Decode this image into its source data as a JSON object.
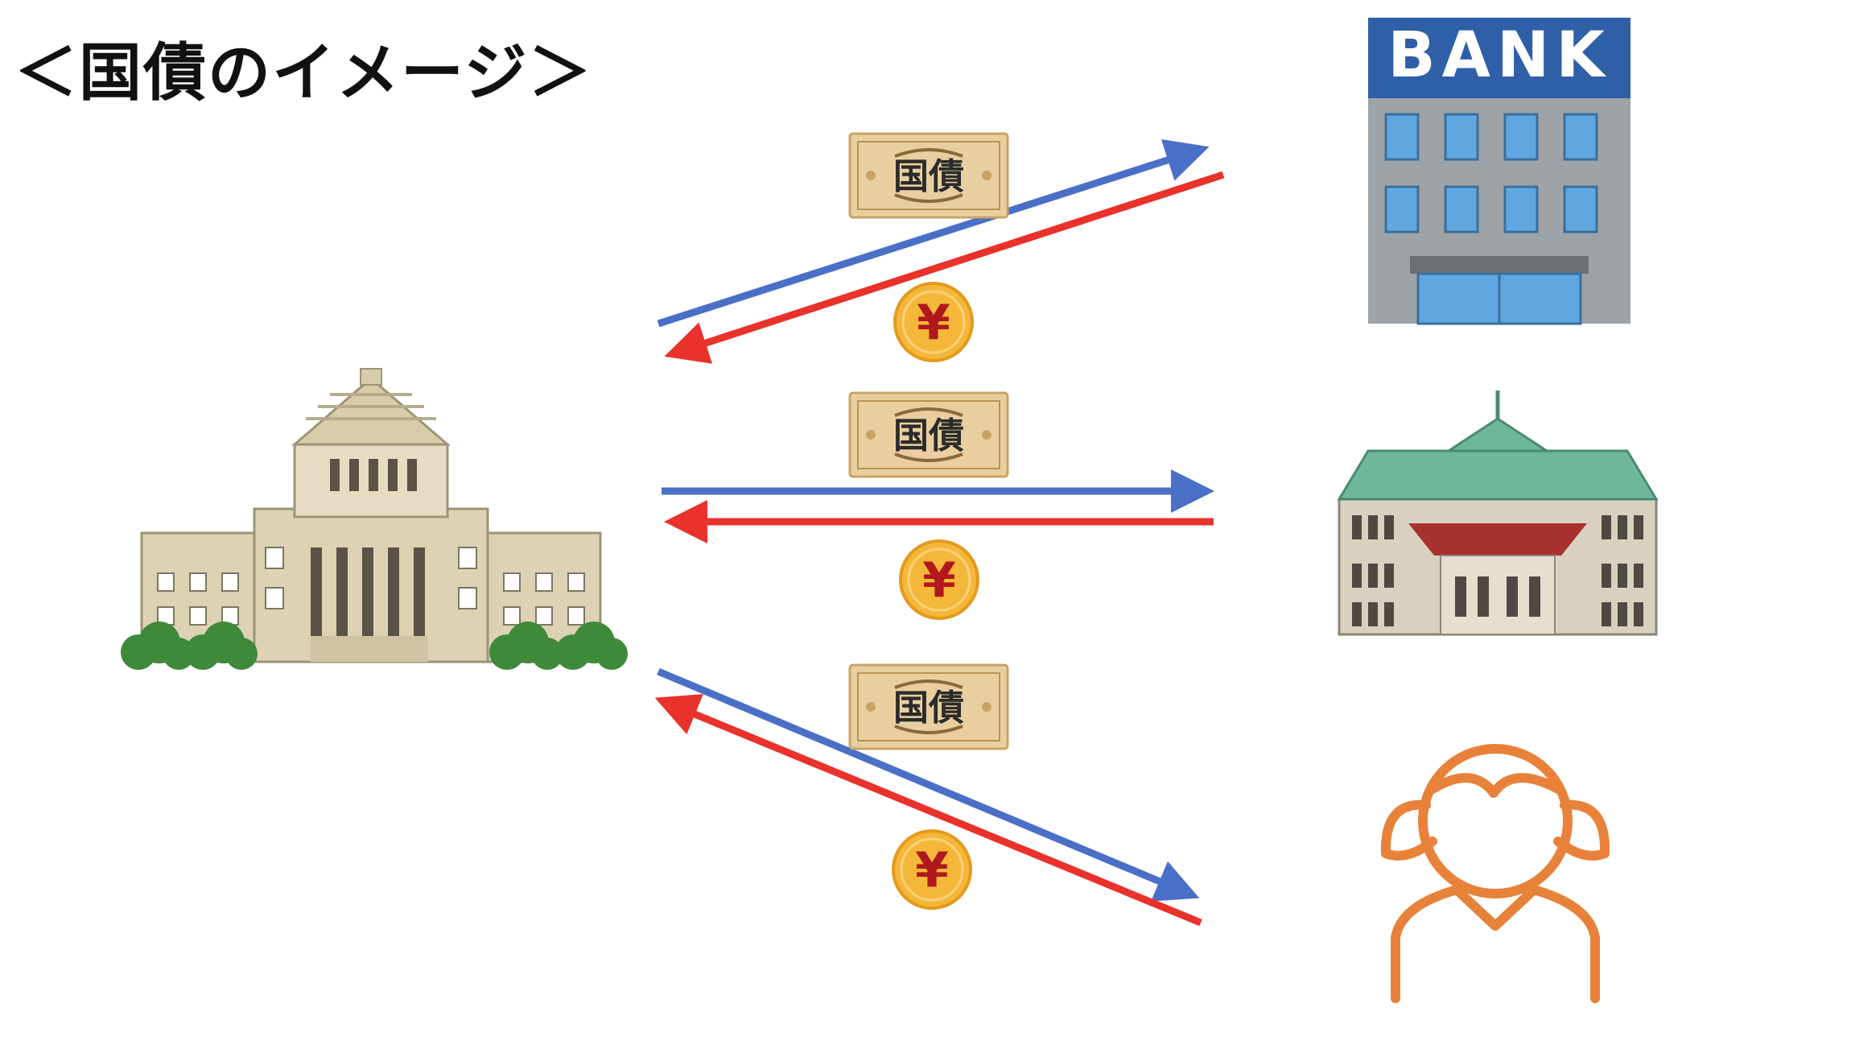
{
  "title": "＜国債のイメージ＞",
  "bank": {
    "sign": "BANK"
  },
  "bond_label": "国債",
  "yen_symbol": "¥",
  "colors": {
    "bond_arrow": "#4a6fc7",
    "money_arrow": "#e8322b",
    "coin": "#f5b73a",
    "bank_sign": "#2f5fa6",
    "person": "#e8823a"
  },
  "icons": [
    "diet-building-icon",
    "bank-icon",
    "central-bank-icon",
    "person-icon",
    "bond-certificate-icon",
    "yen-coin-icon"
  ]
}
